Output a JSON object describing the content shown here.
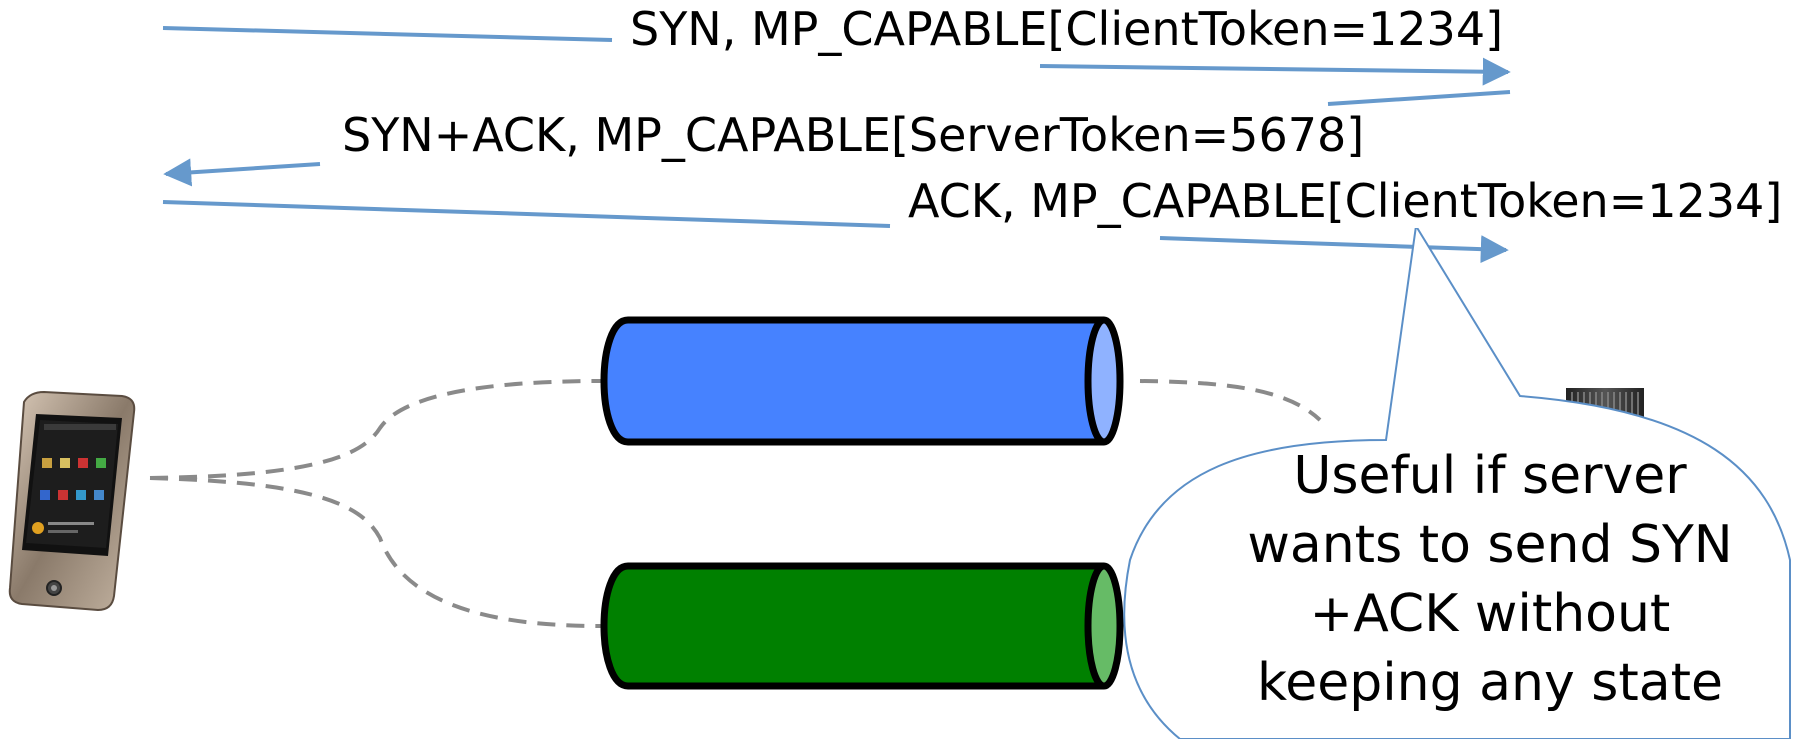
{
  "diagram": {
    "messages": [
      {
        "label": "SYN, MP_CAPABLE[ClientToken=1234]",
        "direction": "client-to-server"
      },
      {
        "label": "SYN+ACK, MP_CAPABLE[ServerToken=5678]",
        "direction": "server-to-client"
      },
      {
        "label": "ACK, MP_CAPABLE[ClientToken=1234]",
        "direction": "client-to-server"
      }
    ],
    "paths": [
      {
        "color": "#4682ff",
        "cap_color": "#8fb2ff"
      },
      {
        "color": "#008000",
        "cap_color": "#66bb66"
      }
    ],
    "callout": {
      "lines": [
        "Useful if server",
        "wants to send SYN",
        "+ACK without",
        "keeping any state"
      ]
    },
    "colors": {
      "arrow": "#6699cc",
      "dashed_link": "#8a8a8a",
      "callout_border": "#5b8fc7",
      "tube_outline": "#000000"
    },
    "icons": {
      "client": "smartphone-icon",
      "server": "server-icon"
    }
  }
}
